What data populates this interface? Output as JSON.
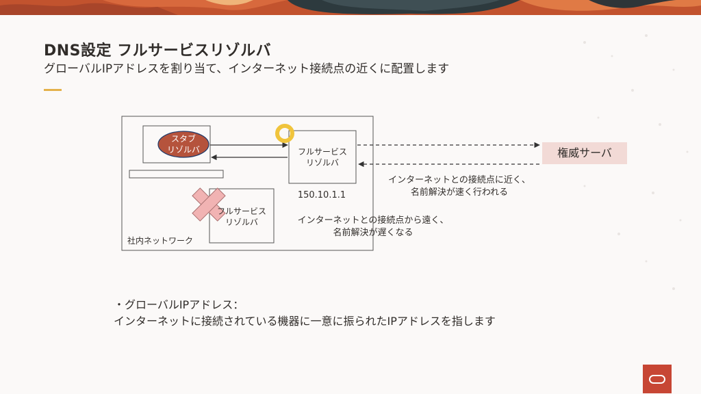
{
  "slide": {
    "title": "DNS設定 フルサービスリゾルバ",
    "subtitle": "グローバルIPアドレスを割り当て、インターネット接続点の近くに配置します"
  },
  "diagram": {
    "stub_resolver": "スタブ\nリゾルバ",
    "full_resolver_top": "フルサービス\nリゾルバ",
    "ip_address": "150.10.1.1",
    "full_resolver_bottom": "フルサービス\nリゾルバ",
    "network_label": "社内ネットワーク",
    "authority_server": "権威サーバ",
    "note_near": "インターネットとの接続点に近く、\n名前解決が速く行われる",
    "note_far": "インターネットとの接続点から遠く、\n名前解決が遅くなる"
  },
  "footer": {
    "bullet_title": "・グローバルIPアドレス：",
    "bullet_text": "インターネットに接続されている機器に一意に振られたIPアドレスを指します"
  },
  "colors": {
    "stub_fill": "#b5533c",
    "cross_fill": "#f1b3b3",
    "marker": "#f0c43c",
    "authority_bg": "#f2dad6",
    "brand": "#c74634"
  }
}
